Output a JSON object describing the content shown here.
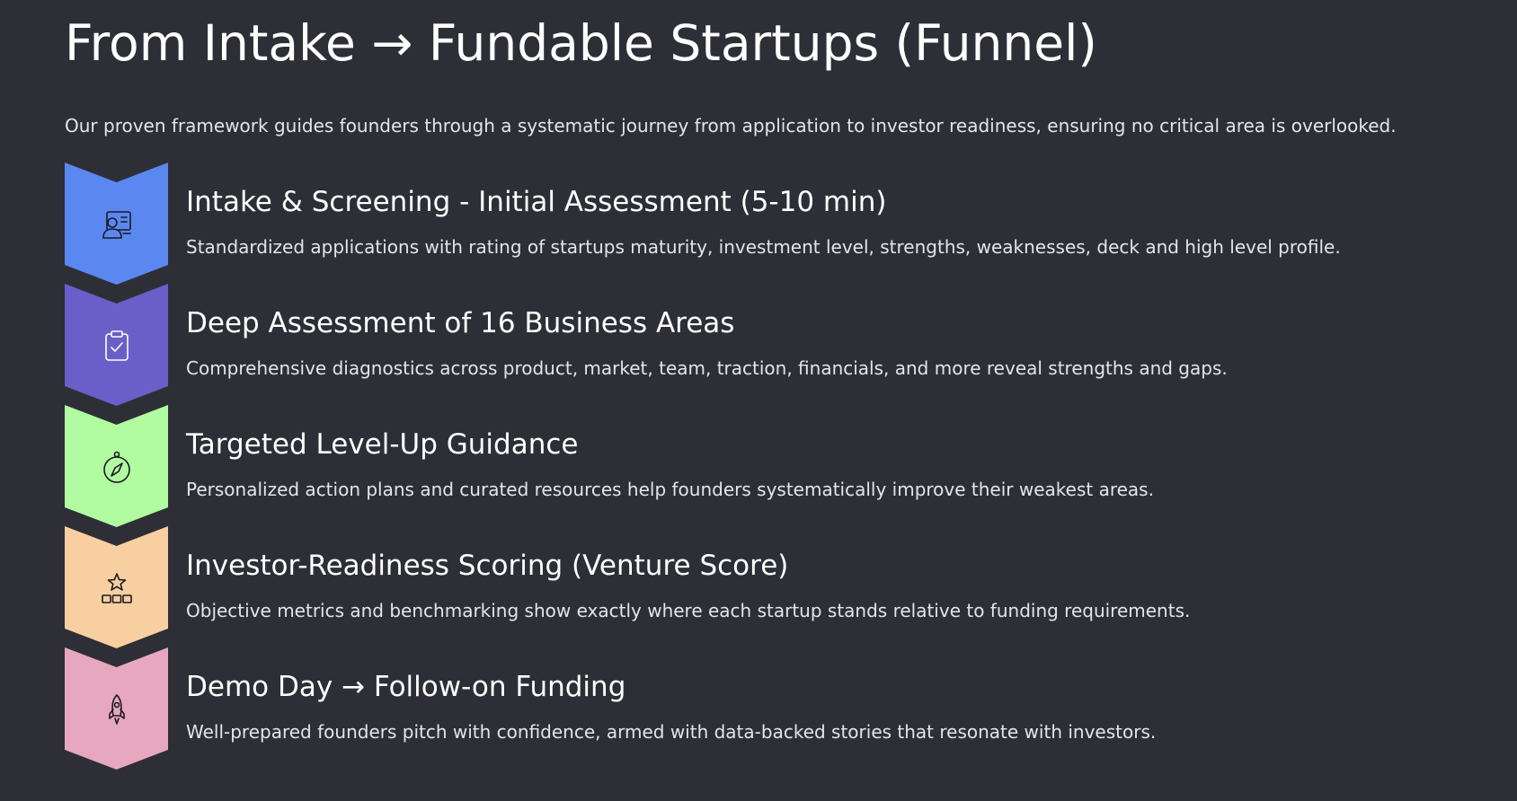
{
  "title": "From Intake → Fundable Startups (Funnel)",
  "subtitle": "Our proven framework guides founders through a systematic journey from application to investor readiness, ensuring no critical area is overlooked.",
  "steps": [
    {
      "title": "Intake & Screening - Initial Assessment (5-10 min)",
      "description": "Standardized applications with rating of startups maturity, investment level, strengths, weaknesses, deck and high level profile.",
      "color": "#5b87f0",
      "icon": "id-card-icon"
    },
    {
      "title": "Deep Assessment of 16 Business Areas",
      "description": "Comprehensive diagnostics across product, market, team, traction, financials, and more reveal strengths and gaps.",
      "color": "#6a5fc8",
      "icon": "clipboard-check-icon"
    },
    {
      "title": "Targeted Level-Up Guidance",
      "description": "Personalized action plans and curated resources help founders systematically improve their weakest areas.",
      "color": "#b1fba0",
      "icon": "compass-icon"
    },
    {
      "title": "Investor-Readiness Scoring (Venture Score)",
      "description": "Objective metrics and benchmarking show exactly where each startup stands relative to funding requirements.",
      "color": "#f8cfa0",
      "icon": "star-rating-icon"
    },
    {
      "title": "Demo Day → Follow-on Funding",
      "description": "Well-prepared founders pitch with confidence, armed with data-backed stories that resonate with investors.",
      "color": "#e6a7bf",
      "icon": "rocket-icon"
    }
  ]
}
